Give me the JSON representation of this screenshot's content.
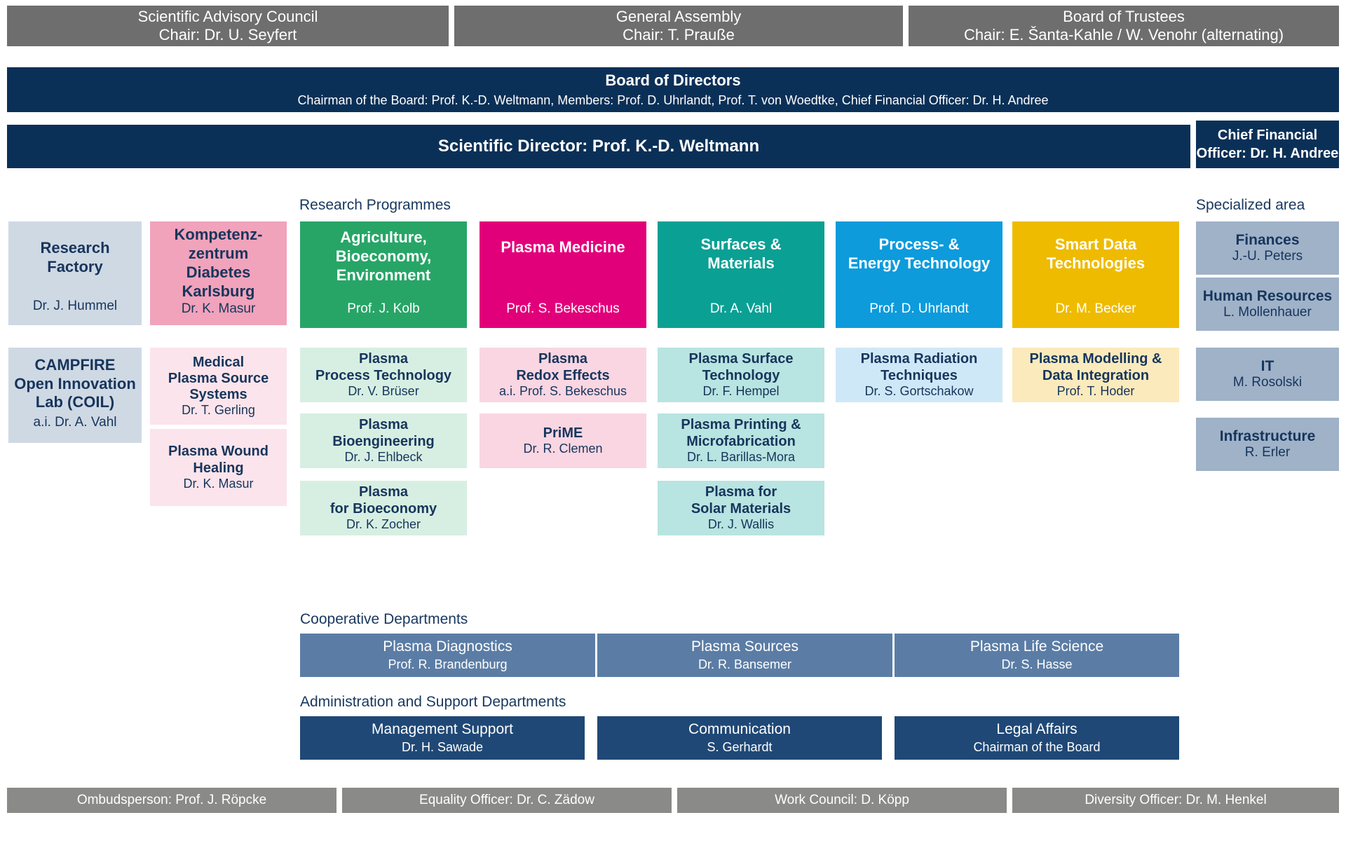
{
  "governance": [
    {
      "title": "Scientific Advisory Council",
      "person": "Chair: Dr. U. Seyfert"
    },
    {
      "title": "General Assembly",
      "person": "Chair: T. Prauße"
    },
    {
      "title": "Board of Trustees",
      "person": "Chair: E. Šanta-Kahle / W. Venohr (alternating)"
    }
  ],
  "board_of_directors": {
    "title": "Board of Directors",
    "members": "Chairman of the Board: Prof. K.-D. Weltmann, Members: Prof. D. Uhrlandt, Prof. T. von Woedtke, Chief Financial Officer: Dr. H. Andree"
  },
  "scientific_director": {
    "title": "Scientific Director: Prof. K.-D. Weltmann"
  },
  "chief_financial_officer": {
    "line1": "Chief Financial",
    "line2": "Officer: Dr. H. Andree"
  },
  "captions": {
    "research_programmes": "Research Programmes",
    "specialized_area": "Specialized area",
    "cooperative_departments": "Cooperative Departments",
    "administration": "Administration and Support Departments"
  },
  "left_column": [
    {
      "title": "Research\nFactory",
      "person": "Dr. J. Hummel",
      "color": "#cfd9e4",
      "text": "#17355c"
    },
    {
      "title": "CAMPFIRE\nOpen Innovation\nLab (COIL)",
      "person": "a.i. Dr. A. Vahl",
      "color": "#cfd9e4",
      "text": "#17355c"
    }
  ],
  "diabetes_column": {
    "head": {
      "title": "Kompetenz-\nzentrum\nDiabetes\nKarlsburg",
      "person": "Dr. K. Masur",
      "color": "#f1a3bb",
      "text": "#17355c"
    },
    "subs": [
      {
        "title": "Medical\nPlasma Source\nSystems",
        "person": "Dr. T. Gerling",
        "color": "#fbe4eb"
      },
      {
        "title": "Plasma Wound\nHealing",
        "person": "Dr. K. Masur",
        "color": "#fbe4eb"
      }
    ]
  },
  "programmes": [
    {
      "title": "Agriculture,\nBioeconomy,\nEnvironment",
      "person": "Prof. J. Kolb",
      "color": "#27a567",
      "text": "#ffffff",
      "subcolor": "#d7efe2",
      "subs": [
        {
          "title": "Plasma\nProcess Technology",
          "person": "Dr. V. Brüser"
        },
        {
          "title": "Plasma\nBioengineering",
          "person": "Dr. J. Ehlbeck"
        },
        {
          "title": "Plasma\nfor Bioeconomy",
          "person": "Dr. K. Zocher"
        }
      ]
    },
    {
      "title": "Plasma Medicine",
      "person": "Prof. S. Bekeschus",
      "color": "#e2007a",
      "text": "#ffffff",
      "subcolor": "#f9d6e2",
      "subs": [
        {
          "title": "Plasma\nRedox Effects",
          "person": "a.i. Prof. S. Bekeschus"
        },
        {
          "title": "PriME",
          "person": "Dr. R. Clemen"
        }
      ]
    },
    {
      "title": "Surfaces &\nMaterials",
      "person": "Dr. A. Vahl",
      "color": "#0ba094",
      "text": "#ffffff",
      "subcolor": "#b8e4e1",
      "subs": [
        {
          "title": "Plasma Surface\nTechnology",
          "person": "Dr. F. Hempel"
        },
        {
          "title": "Plasma Printing &\nMicrofabrication",
          "person": "Dr. L. Barillas-Mora"
        },
        {
          "title": "Plasma for\nSolar Materials",
          "person": "Dr. J. Wallis"
        }
      ]
    },
    {
      "title": "Process- &\nEnergy Technology",
      "person": "Prof. D. Uhrlandt",
      "color": "#0d9bdc",
      "text": "#ffffff",
      "subcolor": "#cfe8f7",
      "subs": [
        {
          "title": "Plasma Radiation\nTechniques",
          "person": "Dr. S. Gortschakow"
        }
      ]
    },
    {
      "title": "Smart Data\nTechnologies",
      "person": "Dr. M. Becker",
      "color": "#eebb00",
      "text": "#ffffff",
      "subcolor": "#fbeabc",
      "subs": [
        {
          "title": "Plasma Modelling &\nData Integration",
          "person": "Prof. T. Hoder"
        }
      ]
    }
  ],
  "specialized_area": [
    {
      "title": "Finances",
      "person": "J.-U. Peters"
    },
    {
      "title": "Human Resources",
      "person": "L. Mollenhauer"
    },
    {
      "title": "IT",
      "person": "M. Rosolski"
    },
    {
      "title": "Infrastructure",
      "person": "R. Erler"
    }
  ],
  "cooperative_departments": [
    {
      "title": "Plasma Diagnostics",
      "person": "Prof. R. Brandenburg"
    },
    {
      "title": "Plasma Sources",
      "person": "Dr. R. Bansemer"
    },
    {
      "title": "Plasma Life Science",
      "person": "Dr. S. Hasse"
    }
  ],
  "administration_departments": [
    {
      "title": "Management Support",
      "person": "Dr. H. Sawade"
    },
    {
      "title": "Communication",
      "person": "S. Gerhardt"
    },
    {
      "title": "Legal Affairs",
      "person": "Chairman of the Board"
    }
  ],
  "officers": [
    {
      "label": "Ombudsperson: Prof. J. Röpcke"
    },
    {
      "label": "Equality Officer: Dr. C. Zädow"
    },
    {
      "label": "Work Council: D. Köpp"
    },
    {
      "label": "Diversity Officer: Dr. M. Henkel"
    }
  ],
  "colors": {
    "navy": "#0b3057",
    "grey_governance": "#6e6e6e",
    "grey_officer": "#8a8a88",
    "coop": "#5b7da5",
    "admin": "#1f4876",
    "spec": "#9fb2c8"
  }
}
